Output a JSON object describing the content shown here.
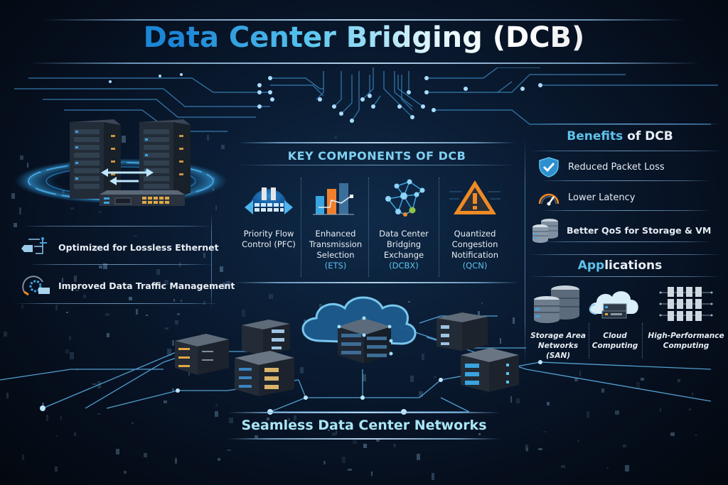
{
  "header": {
    "title": "Data Center Bridging (DCB)"
  },
  "key_components": {
    "title": "KEY COMPONENTS OF DCB",
    "items": [
      {
        "icon": "pause-flow-icon",
        "name": "Priority Flow Control (PFC)",
        "abbr": ""
      },
      {
        "icon": "bar-chart-icon",
        "name": "Enhanced Transmission Selection",
        "abbr": "(ETS)"
      },
      {
        "icon": "network-graph-icon",
        "name": "Data Center Bridging Exchange",
        "abbr": "(DCBX)"
      },
      {
        "icon": "warning-icon",
        "name": "Quantized Congestion Notification",
        "abbr": "(QCN)"
      }
    ]
  },
  "left_features": [
    {
      "icon": "lossless-ethernet-icon",
      "label": "Optimized for Lossless Ethernet"
    },
    {
      "icon": "traffic-gauge-icon",
      "label": "Improved Data Traffic Management"
    }
  ],
  "benefits": {
    "title_highlight": "Benefits",
    "title_rest": " of DCB",
    "items": [
      {
        "icon": "shield-check-icon",
        "label": "Reduced Packet Loss"
      },
      {
        "icon": "speedometer-icon",
        "label": "Lower Latency"
      },
      {
        "icon": "database-icon",
        "label": "Better QoS for Storage & VM"
      }
    ]
  },
  "applications": {
    "title_highlight": "App",
    "title_rest": "lications",
    "items": [
      {
        "icon": "storage-icon",
        "label": "Storage Area Networks (SAN)"
      },
      {
        "icon": "cloud-icon",
        "label": "Cloud Computing"
      },
      {
        "icon": "server-grid-icon",
        "label": "High-Performance Computing"
      }
    ]
  },
  "footer": {
    "caption": "Seamless Data Center Networks"
  },
  "colors": {
    "accent": "#5ec2ea",
    "title_start": "#1b86d6",
    "background": "#0a1c33",
    "warning": "#f08a24"
  }
}
